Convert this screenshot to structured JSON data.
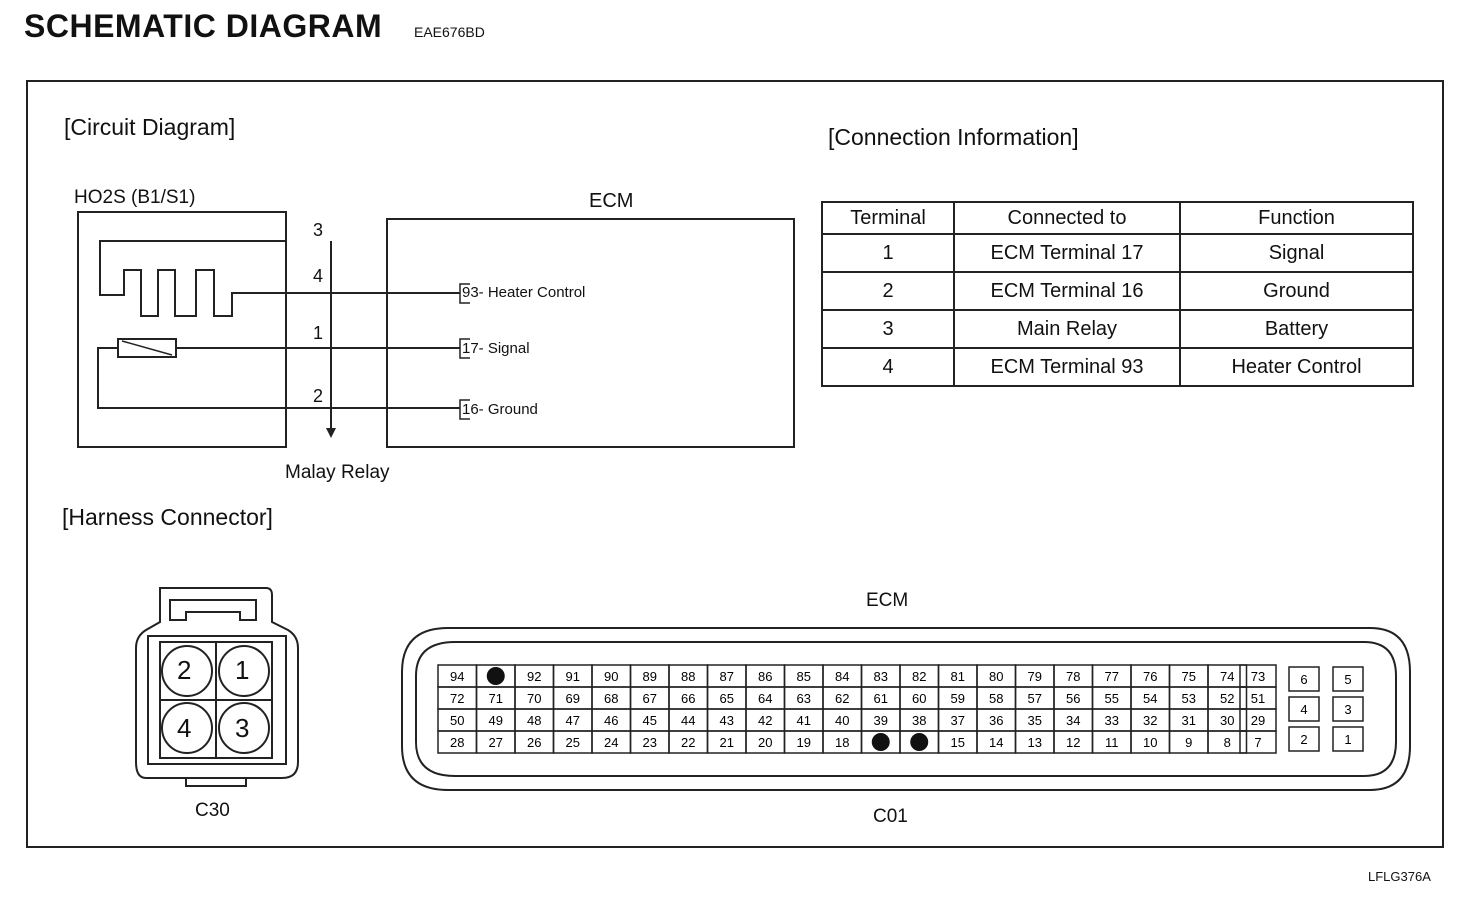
{
  "header": {
    "title": "SCHEMATIC DIAGRAM",
    "code": "EAE676BD"
  },
  "footer": {
    "code": "LFLG376A"
  },
  "sections": {
    "circuit": "[Circuit Diagram]",
    "connection": "[Connection Information]",
    "harness": "[Harness Connector]"
  },
  "circuit": {
    "sensor_label": "HO2S (B1/S1)",
    "ecm_label": "ECM",
    "relay_label": "Malay Relay",
    "wires": [
      {
        "num": "3",
        "ecm_text": ""
      },
      {
        "num": "4",
        "ecm_text": "93- Heater Control"
      },
      {
        "num": "1",
        "ecm_text": "17- Signal"
      },
      {
        "num": "2",
        "ecm_text": "16- Ground"
      }
    ]
  },
  "connection_table": {
    "headers": [
      "Terminal",
      "Connected to",
      "Function"
    ],
    "rows": [
      [
        "1",
        "ECM Terminal 17",
        "Signal"
      ],
      [
        "2",
        "ECM Terminal 16",
        "Ground"
      ],
      [
        "3",
        "Main Relay",
        "Battery"
      ],
      [
        "4",
        "ECM Terminal 93",
        "Heater Control"
      ]
    ]
  },
  "connectors": {
    "c30": {
      "label": "C30",
      "pins": [
        "2",
        "1",
        "4",
        "3"
      ]
    },
    "c01": {
      "title": "ECM",
      "label": "C01",
      "rows": [
        [
          "94",
          "",
          "92",
          "91",
          "90",
          "89",
          "88",
          "87",
          "86",
          "85",
          "84",
          "83",
          "82",
          "81",
          "80",
          "79",
          "78",
          "77",
          "76",
          "75",
          "74"
        ],
        [
          "72",
          "71",
          "70",
          "69",
          "68",
          "67",
          "66",
          "65",
          "64",
          "63",
          "62",
          "61",
          "60",
          "59",
          "58",
          "57",
          "56",
          "55",
          "54",
          "53",
          "52"
        ],
        [
          "50",
          "49",
          "48",
          "47",
          "46",
          "45",
          "44",
          "43",
          "42",
          "41",
          "40",
          "39",
          "38",
          "37",
          "36",
          "35",
          "34",
          "33",
          "32",
          "31",
          "30"
        ],
        [
          "28",
          "27",
          "26",
          "25",
          "24",
          "23",
          "22",
          "21",
          "20",
          "19",
          "18",
          "",
          "",
          "15",
          "14",
          "13",
          "12",
          "11",
          "10",
          "9",
          "8"
        ]
      ],
      "side_col": [
        "73",
        "51",
        "29",
        "7"
      ],
      "small_block": [
        [
          "6",
          "5"
        ],
        [
          "4",
          "3"
        ],
        [
          "2",
          "1"
        ]
      ],
      "filled_pins": [
        [
          0,
          1
        ],
        [
          3,
          11
        ],
        [
          3,
          12
        ]
      ]
    }
  }
}
